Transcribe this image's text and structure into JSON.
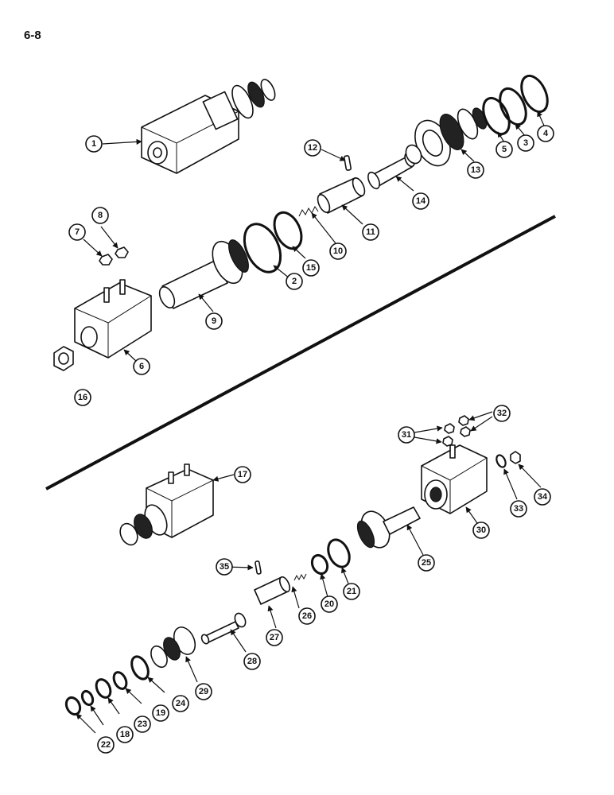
{
  "page": {
    "number": "6-8"
  },
  "callouts": {
    "c1": "1",
    "c2": "2",
    "c3": "3",
    "c4": "4",
    "c5": "5",
    "c6": "6",
    "c7": "7",
    "c8": "8",
    "c9": "9",
    "c10": "10",
    "c11": "11",
    "c12": "12",
    "c13": "13",
    "c14": "14",
    "c15": "15",
    "c16": "16",
    "c17": "17",
    "c18": "18",
    "c19": "19",
    "c20": "20",
    "c21": "21",
    "c22": "22",
    "c23": "23",
    "c24": "24",
    "c25": "25",
    "c26": "26",
    "c27": "27",
    "c28": "28",
    "c29": "29",
    "c30": "30",
    "c31": "31",
    "c32": "32",
    "c33": "33",
    "c34": "34",
    "c35": "35"
  }
}
